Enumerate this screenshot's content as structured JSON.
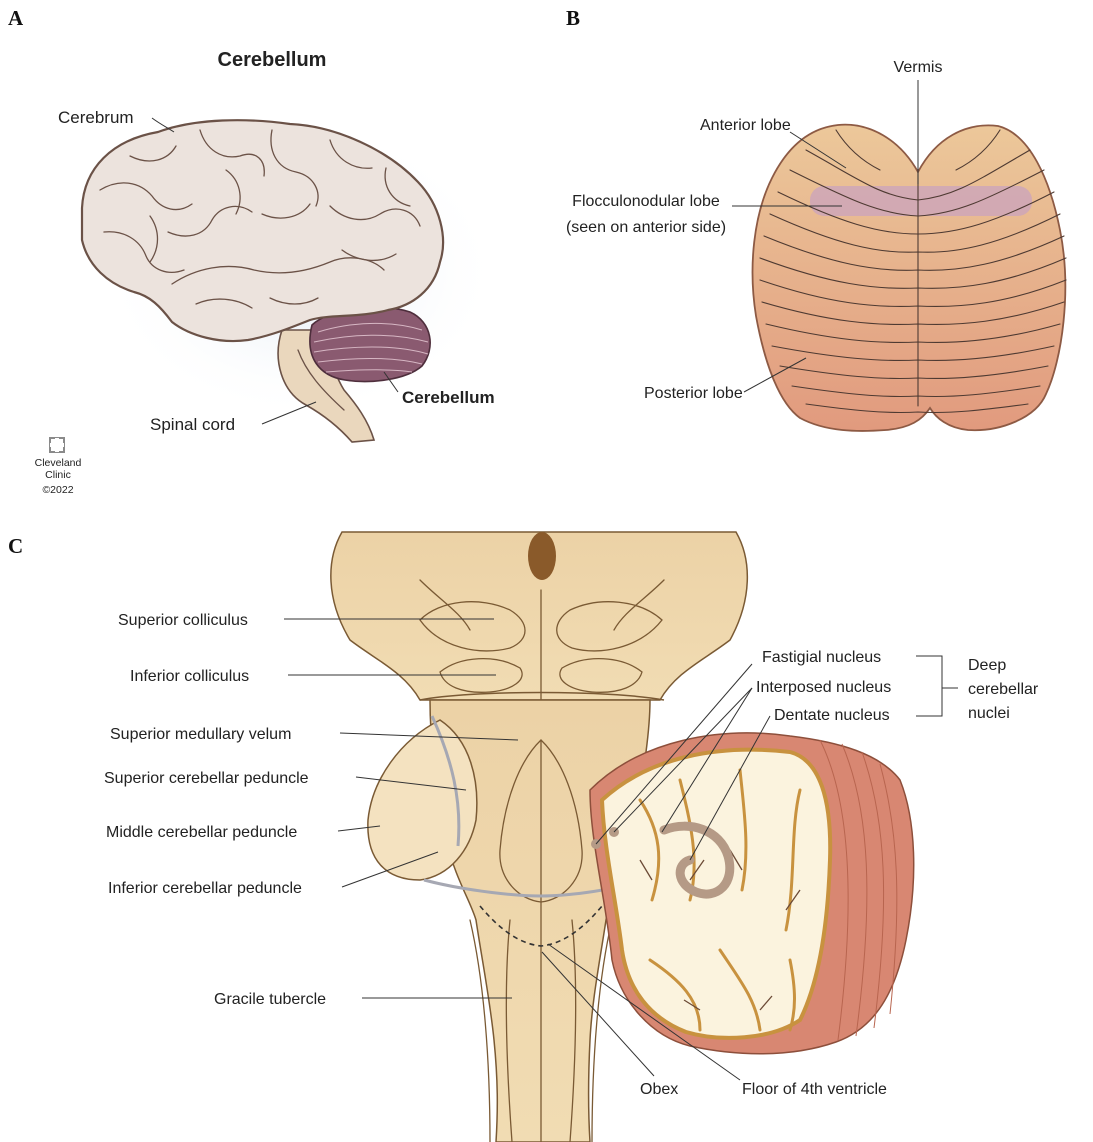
{
  "panels": {
    "a": {
      "letter": "A",
      "title": "Cerebellum",
      "labels": {
        "cerebrum": "Cerebrum",
        "cerebellum": "Cerebellum",
        "spinal_cord": "Spinal cord"
      },
      "credit": {
        "line1": "Cleveland",
        "line2": "Clinic",
        "line3": "©2022"
      }
    },
    "b": {
      "letter": "B",
      "labels": {
        "vermis": "Vermis",
        "anterior_lobe": "Anterior lobe",
        "flocculonodular_lobe": "Flocculonodular lobe",
        "flocculonodular_note": "(seen on anterior side)",
        "posterior_lobe": "Posterior lobe"
      }
    },
    "c": {
      "letter": "C",
      "labels": {
        "superior_colliculus": "Superior colliculus",
        "inferior_colliculus": "Inferior colliculus",
        "superior_medullary_velum": "Superior medullary velum",
        "superior_cerebellar_peduncle": "Superior cerebellar peduncle",
        "middle_cerebellar_peduncle": "Middle cerebellar peduncle",
        "inferior_cerebellar_peduncle": "Inferior cerebellar peduncle",
        "gracile_tubercle": "Gracile tubercle",
        "obex": "Obex",
        "floor_4th_ventricle": "Floor of 4th ventricle",
        "fastigial_nucleus": "Fastigial nucleus",
        "interposed_nucleus": "Interposed nucleus",
        "dentate_nucleus": "Dentate nucleus",
        "deep_line1": "Deep",
        "deep_line2": "cerebellar",
        "deep_line3": "nuclei"
      }
    }
  },
  "colors": {
    "brain": "#ece3dd",
    "brain_outline": "#6b5247",
    "cerebellum_a": "#8a5a70",
    "brainstem": "#ead7bd",
    "cerebellum_b_light": "#ecc89a",
    "cerebellum_b_dark": "#e19a7e",
    "flocculonodular_band": "#c9a3bd",
    "brainstem_c": "#f1dcb3",
    "white_matter": "#fbf3de",
    "gray_matter": "#c8923f",
    "cortex_edge": "#d88772"
  }
}
